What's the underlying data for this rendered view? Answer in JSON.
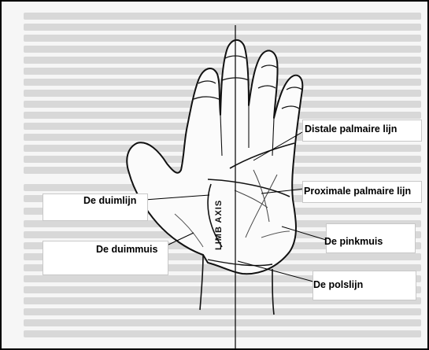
{
  "labels": {
    "distale_palmaire_lijn": "Distale palmaire lijn",
    "proximale_palmaire_lijn": "Proximale palmaire lijn",
    "de_duimlijn": "De duimlijn",
    "de_duimmuis": "De duimmuis",
    "de_pinkmuis": "De pinkmuis",
    "de_polslijn": "De polslijn"
  },
  "axis_label": "LIMB  AXIS",
  "colors": {
    "ink": "#000000",
    "label_bg": "#ffffff",
    "page_bg": "#f6f6f6"
  }
}
